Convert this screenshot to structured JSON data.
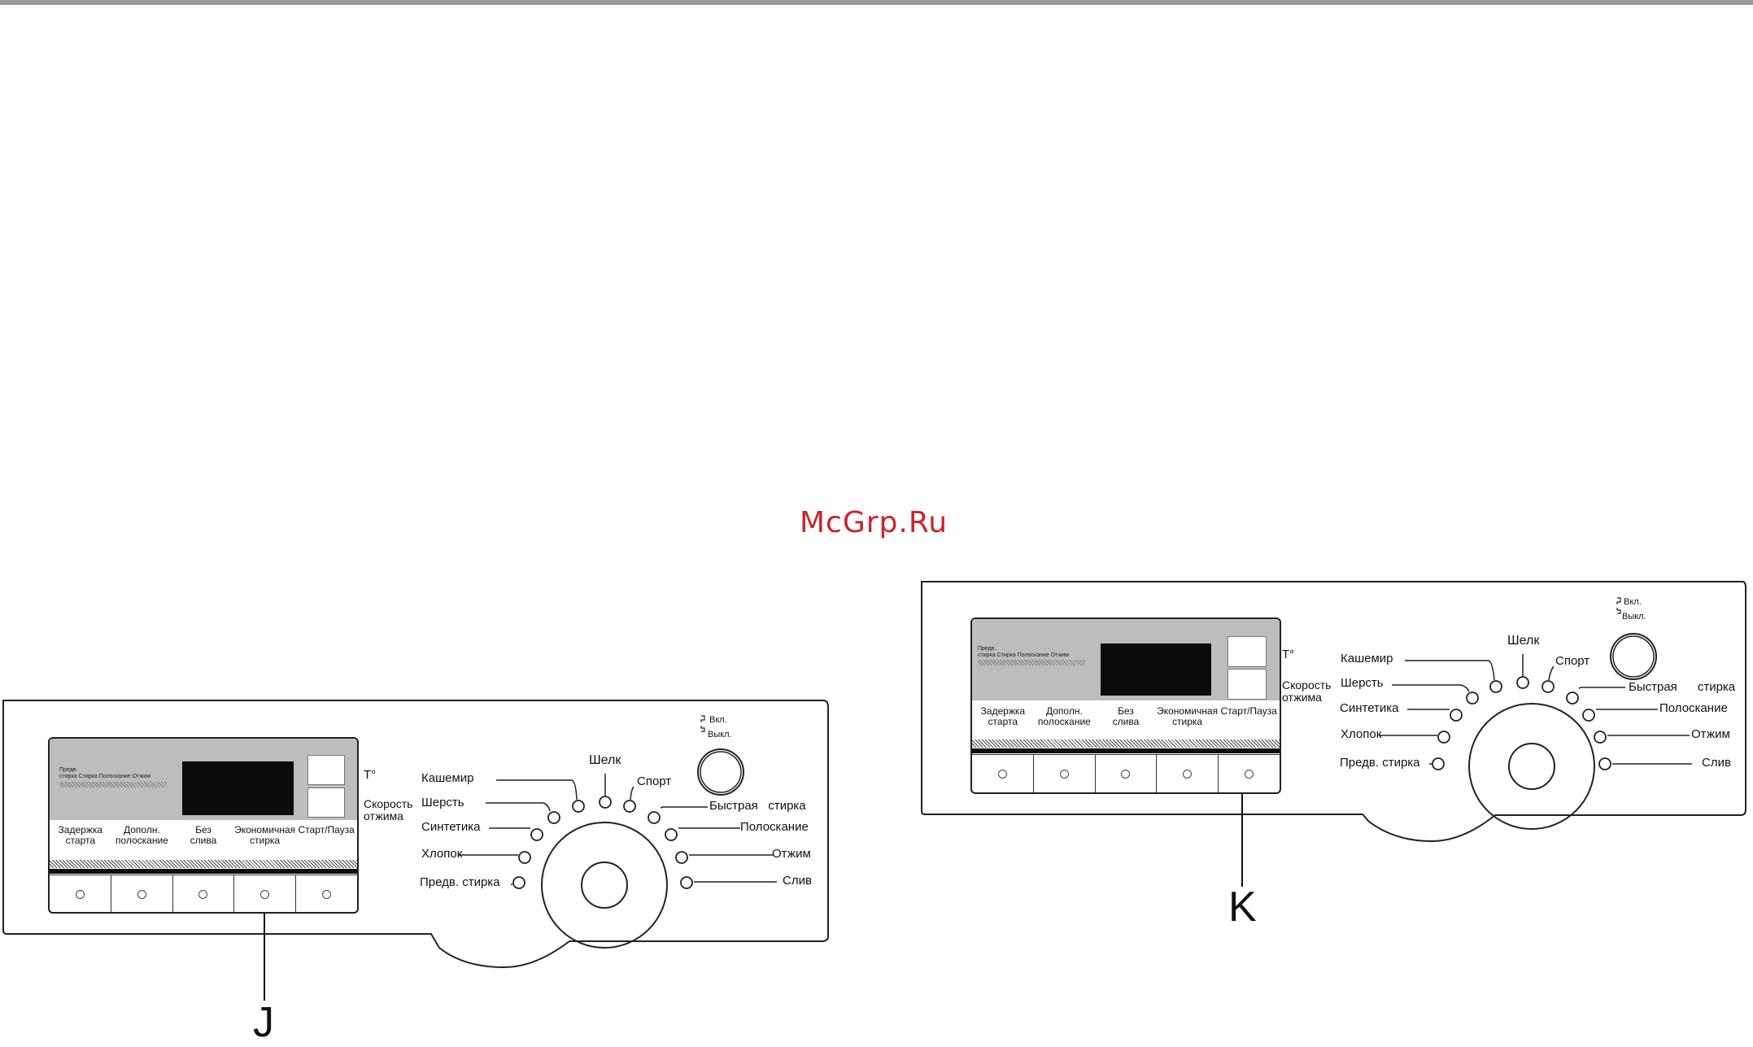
{
  "watermark": "McGrp.Ru",
  "panel": {
    "display": {
      "phases_line1": "Предв.",
      "phases_line2": "стирка Стирка Полоскание Отжим",
      "temp_label": "T°",
      "spin_label_1": "Скорость",
      "spin_label_2": "отжима"
    },
    "buttons": [
      {
        "line1": "Задержка",
        "line2": "старта"
      },
      {
        "line1": "Дополн.",
        "line2": "полоскание"
      },
      {
        "line1": "Без",
        "line2": "слива"
      },
      {
        "line1": "Экономичная",
        "line2": "стирка"
      },
      {
        "line1": "Старт/Пауза",
        "line2": ""
      }
    ],
    "programs": {
      "cashmere": "Кашемир",
      "wool": "Шерсть",
      "synthetics": "Синтетика",
      "cotton": "Хлопок",
      "prewash": "Предв. стирка",
      "silk": "Шелк",
      "sport": "Спорт",
      "quick_wash_1": "Быстрая",
      "quick_wash_2": "стирка",
      "rinse": "Полоскание",
      "spin": "Отжим",
      "drain": "Слив"
    },
    "power": {
      "on": "Вкл.",
      "off": "Выкл."
    }
  },
  "callouts": {
    "left": "J",
    "right": "K"
  }
}
